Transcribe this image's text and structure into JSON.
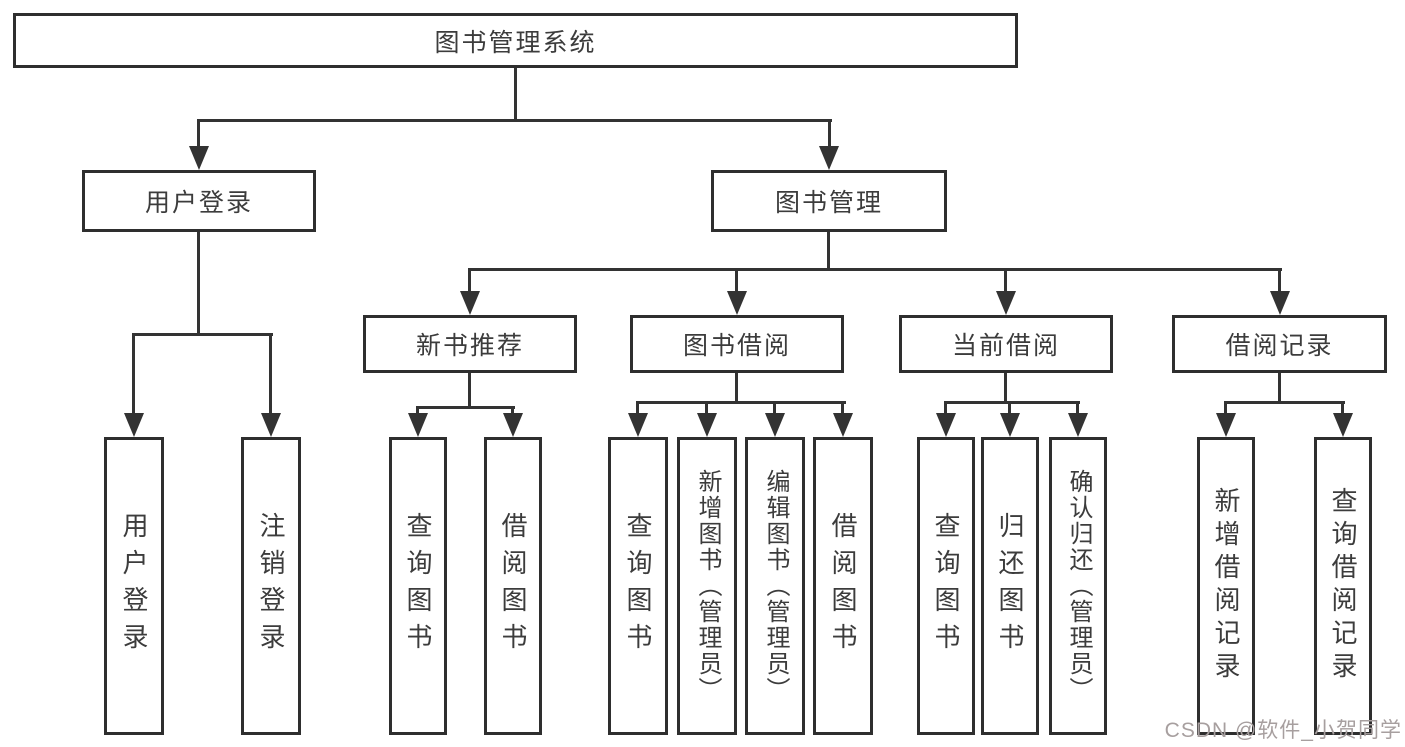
{
  "diagram": {
    "root_label": "图书管理系统",
    "user_login_label": "用户登录",
    "book_mgmt_label": "图书管理",
    "new_book_label": "新书推荐",
    "book_borrow_label": "图书借阅",
    "current_borrow_label": "当前借阅",
    "borrow_record_label": "借阅记录",
    "leaves": {
      "user_login": [
        "用户登录",
        "注销登录"
      ],
      "new_book": [
        "查询图书",
        "借阅图书"
      ],
      "book_borrow": [
        "查询图书",
        "新增图书（管理员）",
        "编辑图书（管理员）",
        "借阅图书"
      ],
      "current_borrow": [
        "查询图书",
        "归还图书",
        "确认归还（管理员）"
      ],
      "borrow_record": [
        "新增借阅记录",
        "查询借阅记录"
      ]
    }
  },
  "watermark": "CSDN @软件_小贺同学",
  "colors": {
    "line": "#333333",
    "box_border": "#2e2e2e",
    "text": "#3c3c3c",
    "watermark": "#a79f9f",
    "background": "#ffffff"
  }
}
